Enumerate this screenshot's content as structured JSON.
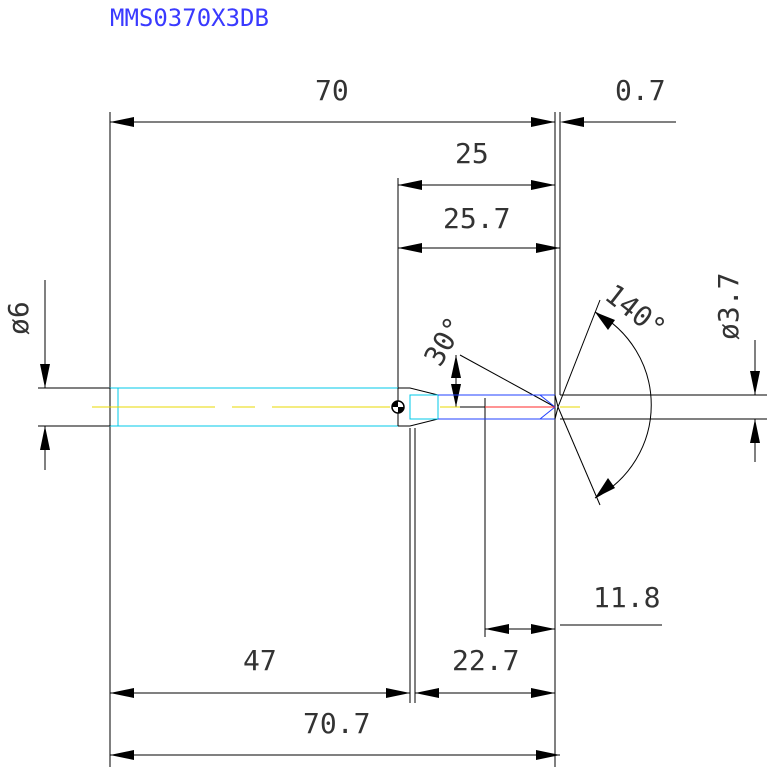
{
  "title": "MMS0370X3DB",
  "colors": {
    "title": "#3a3aff",
    "outline": "#000000",
    "shank": "#00c8e8",
    "tool_edge": "#2040ff",
    "centerline": "#e8d800",
    "cutting_edge": "#ff2a2a"
  },
  "dimensions": {
    "overall_length": "70",
    "tip_offset": "0.7",
    "flute_length": "25",
    "neck_length": "25.7",
    "shank_diameter": "ø6",
    "tip_diameter": "ø3.7",
    "point_angle": "140°",
    "chamfer_angle": "30°",
    "cut_length": "11.8",
    "shank_length": "47",
    "body_length": "22.7",
    "total_length": "70.7"
  }
}
